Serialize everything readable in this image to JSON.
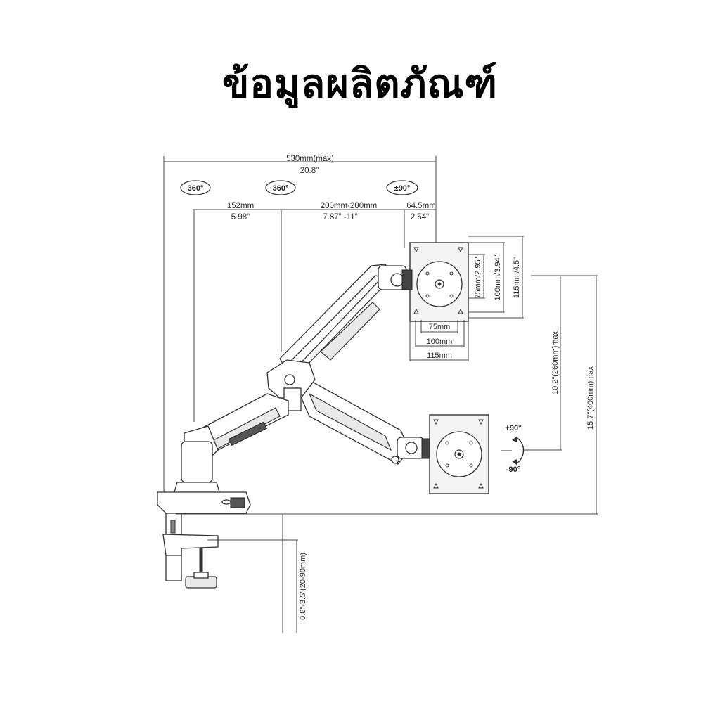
{
  "title": "ข้อมูลผลิตภัณฑ์",
  "rotations": {
    "base": "360°",
    "elbow": "360°",
    "head": "±90°"
  },
  "dimensions": {
    "total_reach_mm": "530mm(max)",
    "total_reach_in": "20.8\"",
    "lower_arm_mm": "152mm",
    "lower_arm_in": "5.98\"",
    "upper_arm_mm": "200mm-280mm",
    "upper_arm_in": "7.87\"  -11\"",
    "head_mm": "64.5mm",
    "head_in": "2.54\"",
    "vesa_75_h": "75mm/2.95\"",
    "vesa_100_h": "100mm/3.94\"",
    "vesa_115_h": "115mm/4.5\"",
    "vesa_75_w": "75mm",
    "vesa_100_w": "100mm",
    "vesa_115_w": "115mm",
    "height_adjust": "10.2\"(260mm)max",
    "total_height": "15.7\"(400mm)max",
    "clamp_range": "0.8\"-3.5\"(20-90mm)",
    "tilt_up": "+90°",
    "tilt_down": "-90°"
  }
}
